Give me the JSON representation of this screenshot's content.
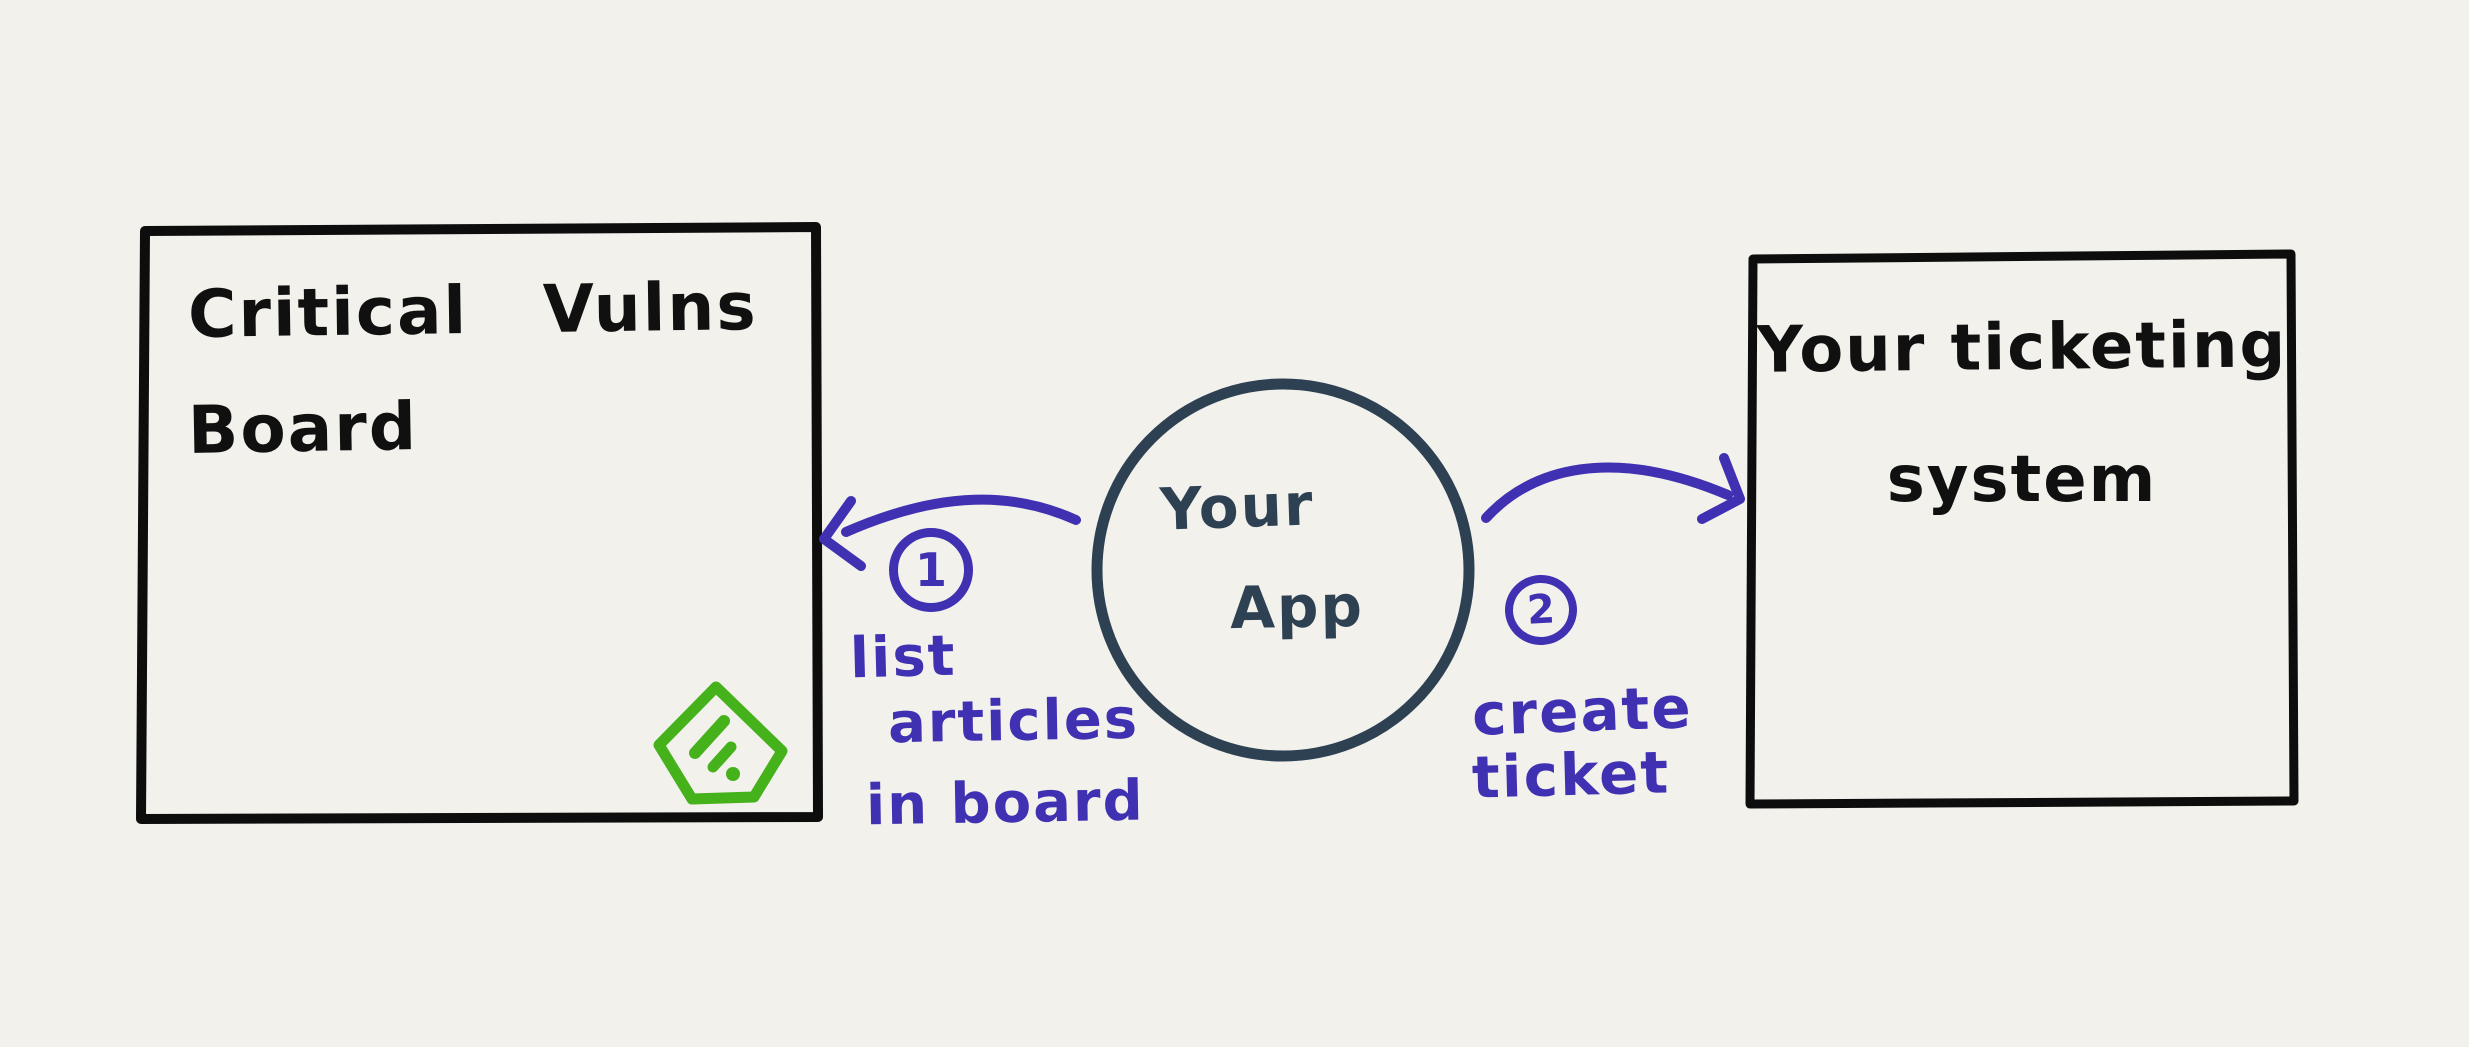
{
  "diagram": {
    "background_color": "#f2f1ec",
    "colors": {
      "ink": "#101010",
      "slate": "#2e4153",
      "purple": "#4030b2",
      "green": "#45b21b"
    },
    "left_box": {
      "title_lines": [
        "Critical   Vulns",
        "Board"
      ],
      "icon": "feedly-logo"
    },
    "center_circle": {
      "label_lines": [
        "Your",
        "App"
      ]
    },
    "right_box": {
      "title_lines": [
        "Your ticketing",
        "system"
      ]
    },
    "arrows": [
      {
        "step": "1",
        "label_lines": [
          "list",
          "articles",
          "in board"
        ],
        "direction": "app-to-board"
      },
      {
        "step": "2",
        "label_lines": [
          "create",
          "ticket"
        ],
        "direction": "app-to-ticketing"
      }
    ]
  }
}
